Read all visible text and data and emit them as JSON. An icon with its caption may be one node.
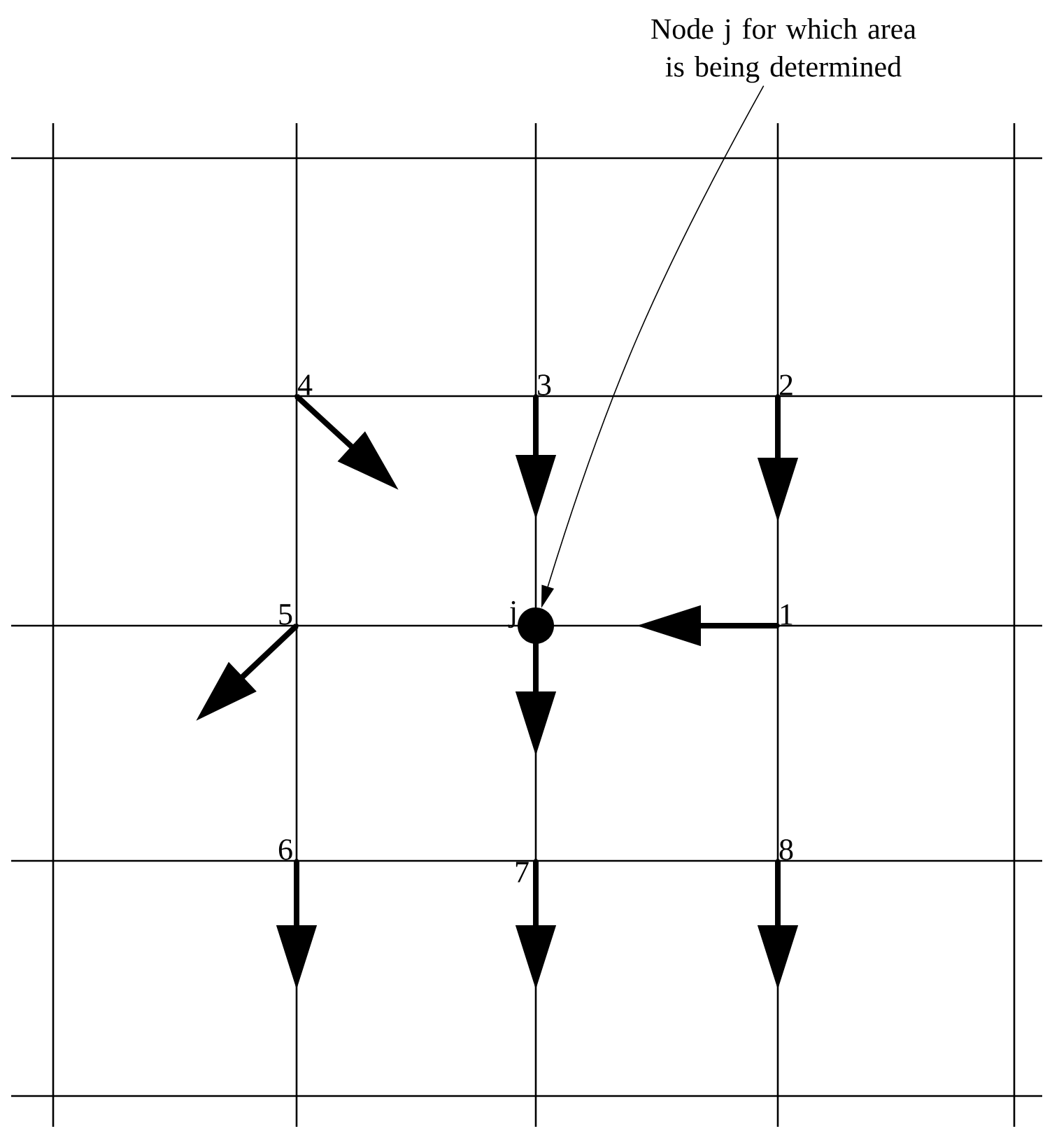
{
  "diagram": {
    "nodes": [
      {
        "text": [
          "Node j for which area is being determined"
        ]
      },
      {
        "text": [
          "4"
        ]
      },
      {
        "text": [
          "3"
        ]
      },
      {
        "text": [
          "2"
        ]
      },
      {
        "text": [
          "5"
        ]
      },
      {
        "text": [
          "j"
        ]
      },
      {
        "text": [
          "1"
        ]
      },
      {
        "text": [
          "6"
        ]
      },
      {
        "text": [
          "7"
        ]
      },
      {
        "text": [
          "8"
        ]
      }
    ],
    "edges": [
      {
        "from": 0,
        "to": 5,
        "arrow": "to"
      },
      {
        "from": 1,
        "to": null,
        "arrow": "to"
      },
      {
        "from": 2,
        "to": null,
        "arrow": "to"
      },
      {
        "from": 3,
        "to": null,
        "arrow": "to"
      },
      {
        "from": 4,
        "to": null,
        "arrow": "to"
      },
      {
        "from": 5,
        "to": null,
        "arrow": "to"
      },
      {
        "from": 6,
        "to": null,
        "arrow": "to"
      },
      {
        "from": 7,
        "to": null,
        "arrow": "to"
      },
      {
        "from": 8,
        "to": null,
        "arrow": "to"
      },
      {
        "from": 9,
        "to": null,
        "arrow": "to"
      }
    ]
  }
}
